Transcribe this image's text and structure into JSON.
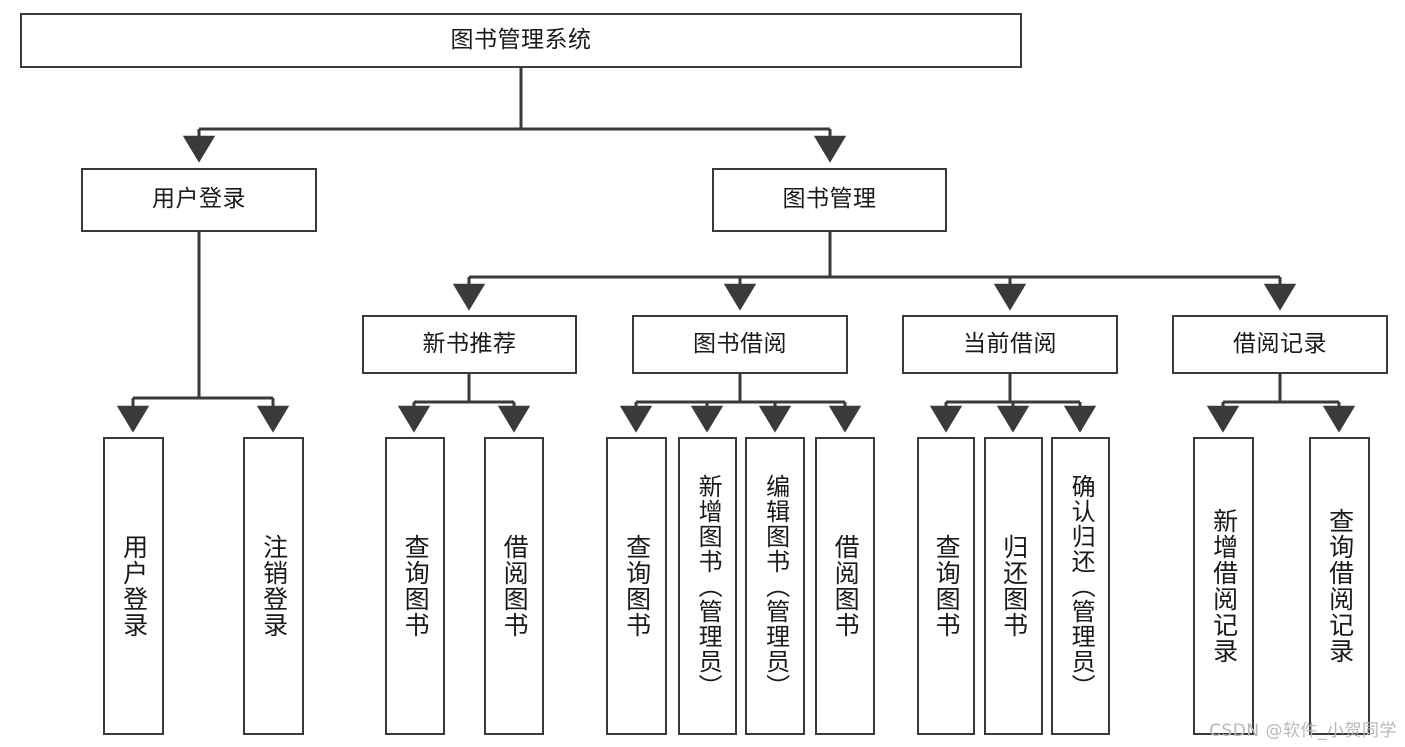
{
  "diagram": {
    "title": "图书管理系统",
    "type": "tree",
    "colors": {
      "box_border": "#3a3a3a",
      "box_fill": "#ffffff",
      "line": "#3a3a3a",
      "text": "#1a1a1a",
      "watermark": "#b9b9b9"
    },
    "root": {
      "label": "图书管理系统"
    },
    "level1": [
      {
        "label": "用户登录"
      },
      {
        "label": "图书管理"
      }
    ],
    "level2": [
      {
        "label": "新书推荐"
      },
      {
        "label": "图书借阅"
      },
      {
        "label": "当前借阅"
      },
      {
        "label": "借阅记录"
      }
    ],
    "leaves": {
      "user_login": [
        {
          "label": "用户登录"
        },
        {
          "label": "注销登录"
        }
      ],
      "new_book_recommend": [
        {
          "label": "查询图书"
        },
        {
          "label": "借阅图书"
        }
      ],
      "book_borrow": [
        {
          "label": "查询图书"
        },
        {
          "label": "新增图书（管理员）"
        },
        {
          "label": "编辑图书（管理员）"
        },
        {
          "label": "借阅图书"
        }
      ],
      "current_borrow": [
        {
          "label": "查询图书"
        },
        {
          "label": "归还图书"
        },
        {
          "label": "确认归还（管理员）"
        }
      ],
      "borrow_record": [
        {
          "label": "新增借阅记录"
        },
        {
          "label": "查询借阅记录"
        }
      ]
    }
  },
  "watermark": {
    "text": "CSDN @软件_小贺同学"
  }
}
